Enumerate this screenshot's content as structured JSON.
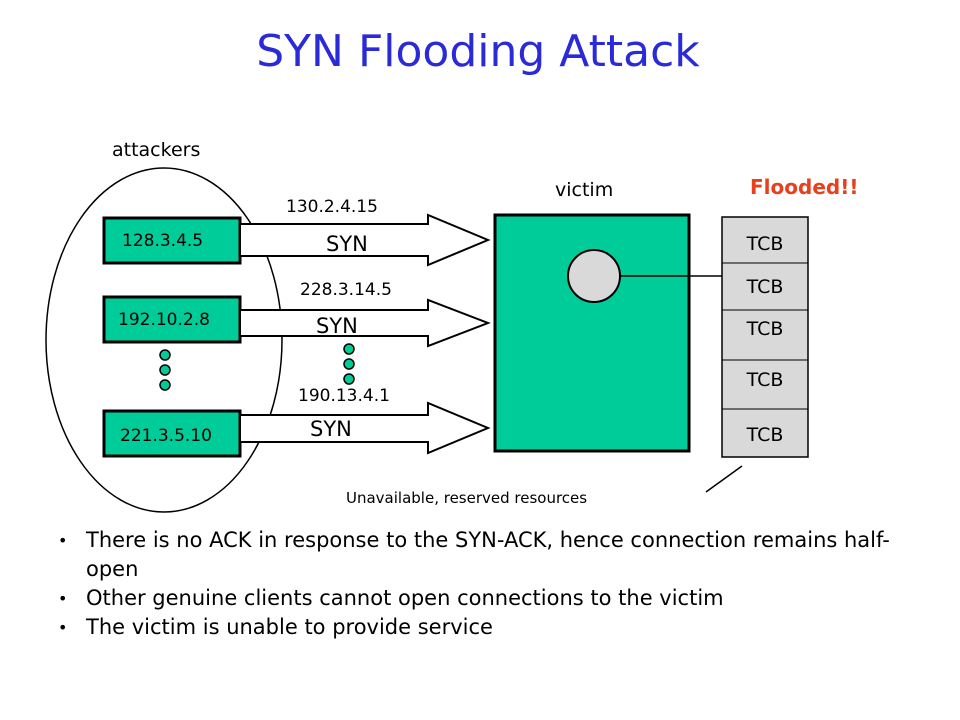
{
  "title": "SYN Flooding Attack",
  "labels": {
    "attackers": "attackers",
    "victim": "victim",
    "flooded": "Flooded!!",
    "reserved_note": "Unavailable, reserved resources"
  },
  "attackers": [
    {
      "ip": "128.3.4.5",
      "spoofed_ip": "130.2.4.15",
      "packet": "SYN"
    },
    {
      "ip": "192.10.2.8",
      "spoofed_ip": "228.3.14.5",
      "packet": "SYN"
    },
    {
      "ip": "221.3.5.10",
      "spoofed_ip": "190.13.4.1",
      "packet": "SYN"
    }
  ],
  "tcb_stack": [
    "TCB",
    "TCB",
    "TCB",
    "TCB",
    "TCB"
  ],
  "bullets": [
    "There is no ACK in response to the SYN-ACK, hence connection remains half-open",
    "Other genuine clients cannot open connections to the victim",
    "The victim is unable to provide service"
  ],
  "colors": {
    "title": "#2a2ad8",
    "node_fill": "#00cc99",
    "tcb_fill": "#d9d9d9",
    "flooded": "#e8401e"
  }
}
